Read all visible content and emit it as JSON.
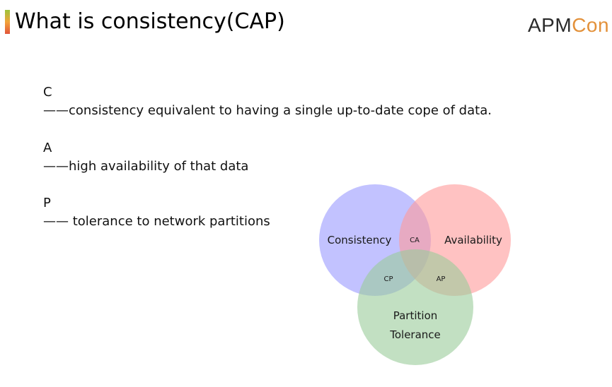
{
  "slide": {
    "title": "What is consistency(CAP)",
    "logo": {
      "apm": "APM",
      "con": "Con",
      "colors": {
        "apm": "#2a2a2a",
        "con": "#e3913a"
      }
    },
    "items": [
      {
        "letter": "C",
        "description": "——consistency equivalent to having a single up-to-date cope of data."
      },
      {
        "letter": "A",
        "description": "——high availability of that data"
      },
      {
        "letter": "P",
        "description": "—— tolerance to network partitions"
      }
    ]
  },
  "diagram": {
    "sets": [
      {
        "label": "Consistency",
        "color": "#9999ff"
      },
      {
        "label": "Availability",
        "color": "#ff9999"
      },
      {
        "label_line1": "Partition",
        "label_line2": "Tolerance",
        "color": "#99cc99"
      }
    ],
    "intersections": {
      "ca": "CA",
      "cp": "CP",
      "ap": "AP"
    }
  }
}
